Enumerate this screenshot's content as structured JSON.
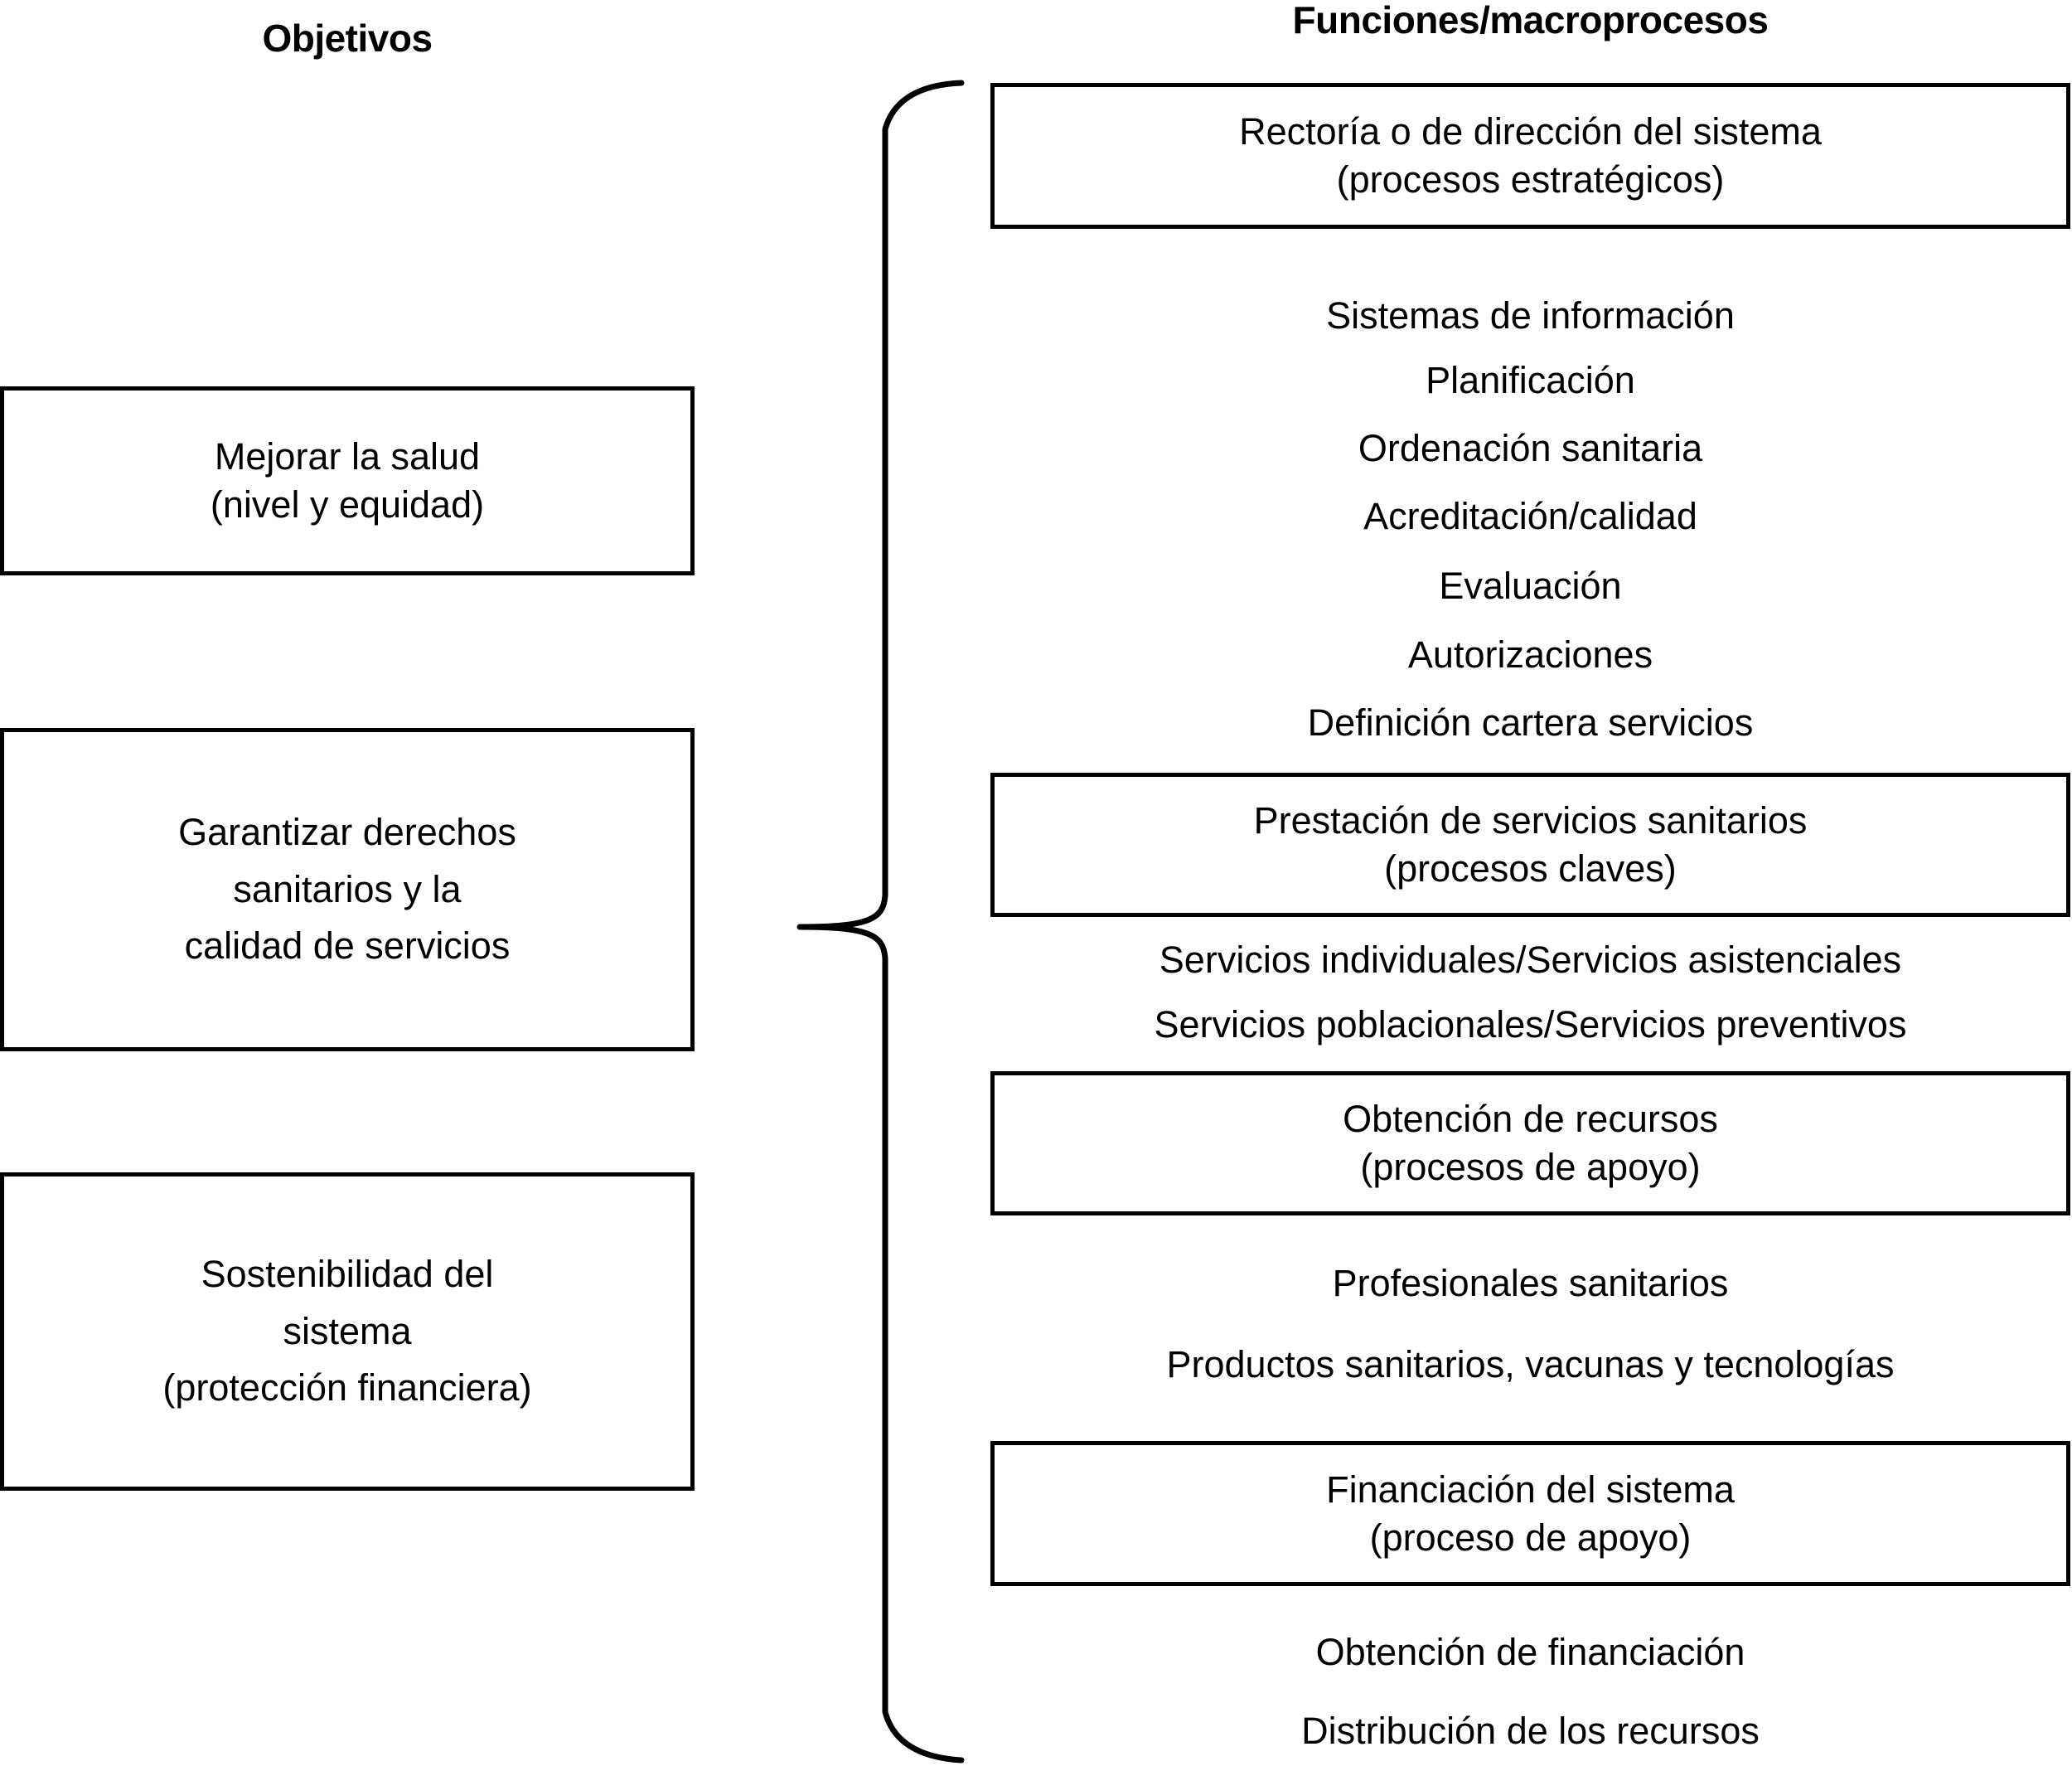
{
  "headings": {
    "left": "Objetivos",
    "right": "Funciones/macroprocesos"
  },
  "objectives": [
    {
      "line1": "Mejorar la salud",
      "line2": "(nivel y equidad)"
    },
    {
      "line1": "Garantizar derechos",
      "line2": "sanitarios y la",
      "line3": "calidad de servicios"
    },
    {
      "line1": "Sostenibilidad del",
      "line2": "sistema",
      "line3": "(protección financiera)"
    }
  ],
  "macroprocesses": {
    "boxes": [
      {
        "line1": "Rectoría o de dirección del sistema",
        "line2": "(procesos estratégicos)"
      },
      {
        "line1": "Prestación de servicios sanitarios",
        "line2": "(procesos claves)"
      },
      {
        "line1": "Obtención de recursos",
        "line2": "(procesos de apoyo)"
      },
      {
        "line1": "Financiación del sistema",
        "line2": "(proceso de apoyo)"
      }
    ],
    "group_a": [
      "Sistemas de información",
      "Planificación",
      "Ordenación sanitaria",
      "Acreditación/calidad",
      "Evaluación",
      "Autorizaciones",
      "Definición cartera servicios"
    ],
    "group_b": [
      "Servicios individuales/Servicios asistenciales",
      "Servicios poblacionales/Servicios preventivos"
    ],
    "group_c": [
      "Profesionales sanitarios",
      "Productos sanitarios, vacunas y tecnologías"
    ],
    "group_d": [
      "Obtención de financiación",
      "Distribución de los recursos"
    ]
  },
  "colors": {
    "stroke": "#000000",
    "background": "#ffffff",
    "text": "#000000"
  }
}
